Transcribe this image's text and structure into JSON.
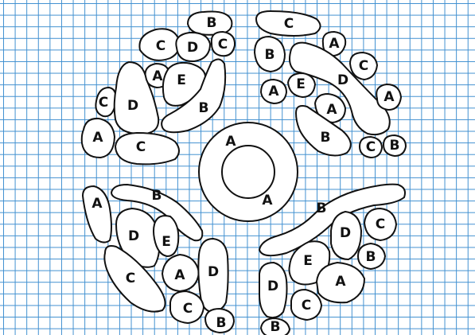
{
  "colors": {
    "grid": "#3f8fd0",
    "piece_fill": "#ffffff",
    "outline": "#111111"
  },
  "center": {
    "outer_label": "A",
    "inner_label": "A"
  },
  "top_left": {
    "labels": [
      "B",
      "C",
      "D",
      "C",
      "A",
      "E",
      "B",
      "C",
      "D",
      "A",
      "C"
    ]
  },
  "top_right": {
    "labels": [
      "C",
      "A",
      "B",
      "A",
      "C",
      "D",
      "A",
      "E",
      "A",
      "B",
      "C",
      "B"
    ]
  },
  "bottom_left": {
    "labels": [
      "B",
      "A",
      "D",
      "E",
      "C",
      "A",
      "D",
      "C",
      "B"
    ]
  },
  "bottom_right": {
    "labels": [
      "B",
      "C",
      "D",
      "B",
      "E",
      "A",
      "D",
      "C",
      "B"
    ]
  }
}
